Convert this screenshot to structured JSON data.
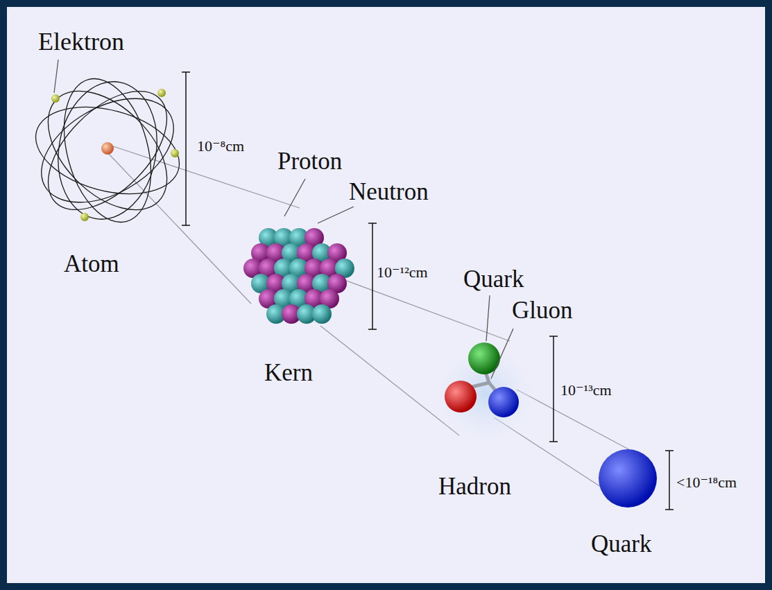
{
  "diagram": {
    "labels": [
      "Elektron",
      "10⁻⁸cm",
      "Proton",
      "Neutron",
      "Atom",
      "10⁻¹²cm",
      "Kern",
      "Quark",
      "Gluon",
      "10⁻¹³cm",
      "Hadron",
      "<10⁻¹⁸cm",
      "Quark"
    ]
  }
}
